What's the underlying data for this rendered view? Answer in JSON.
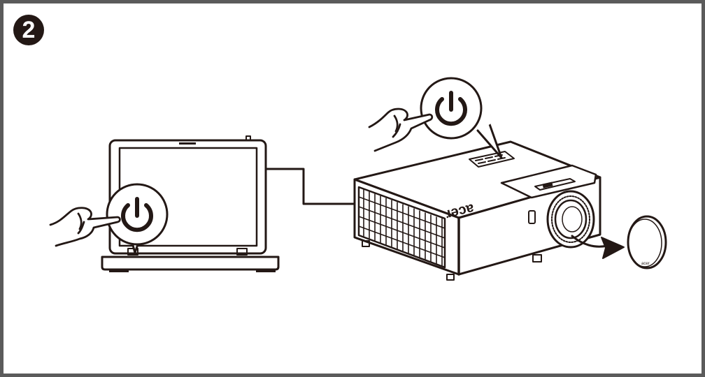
{
  "step": {
    "number": "2"
  },
  "scene": {
    "projector_logo": "acer",
    "lens_cap_text": "acer",
    "icons": [
      "power-icon",
      "hand-pointer-icon",
      "arrow-right-icon"
    ]
  },
  "colors": {
    "frame": "#5b5b5b",
    "ink": "#231815",
    "background": "#ffffff"
  }
}
